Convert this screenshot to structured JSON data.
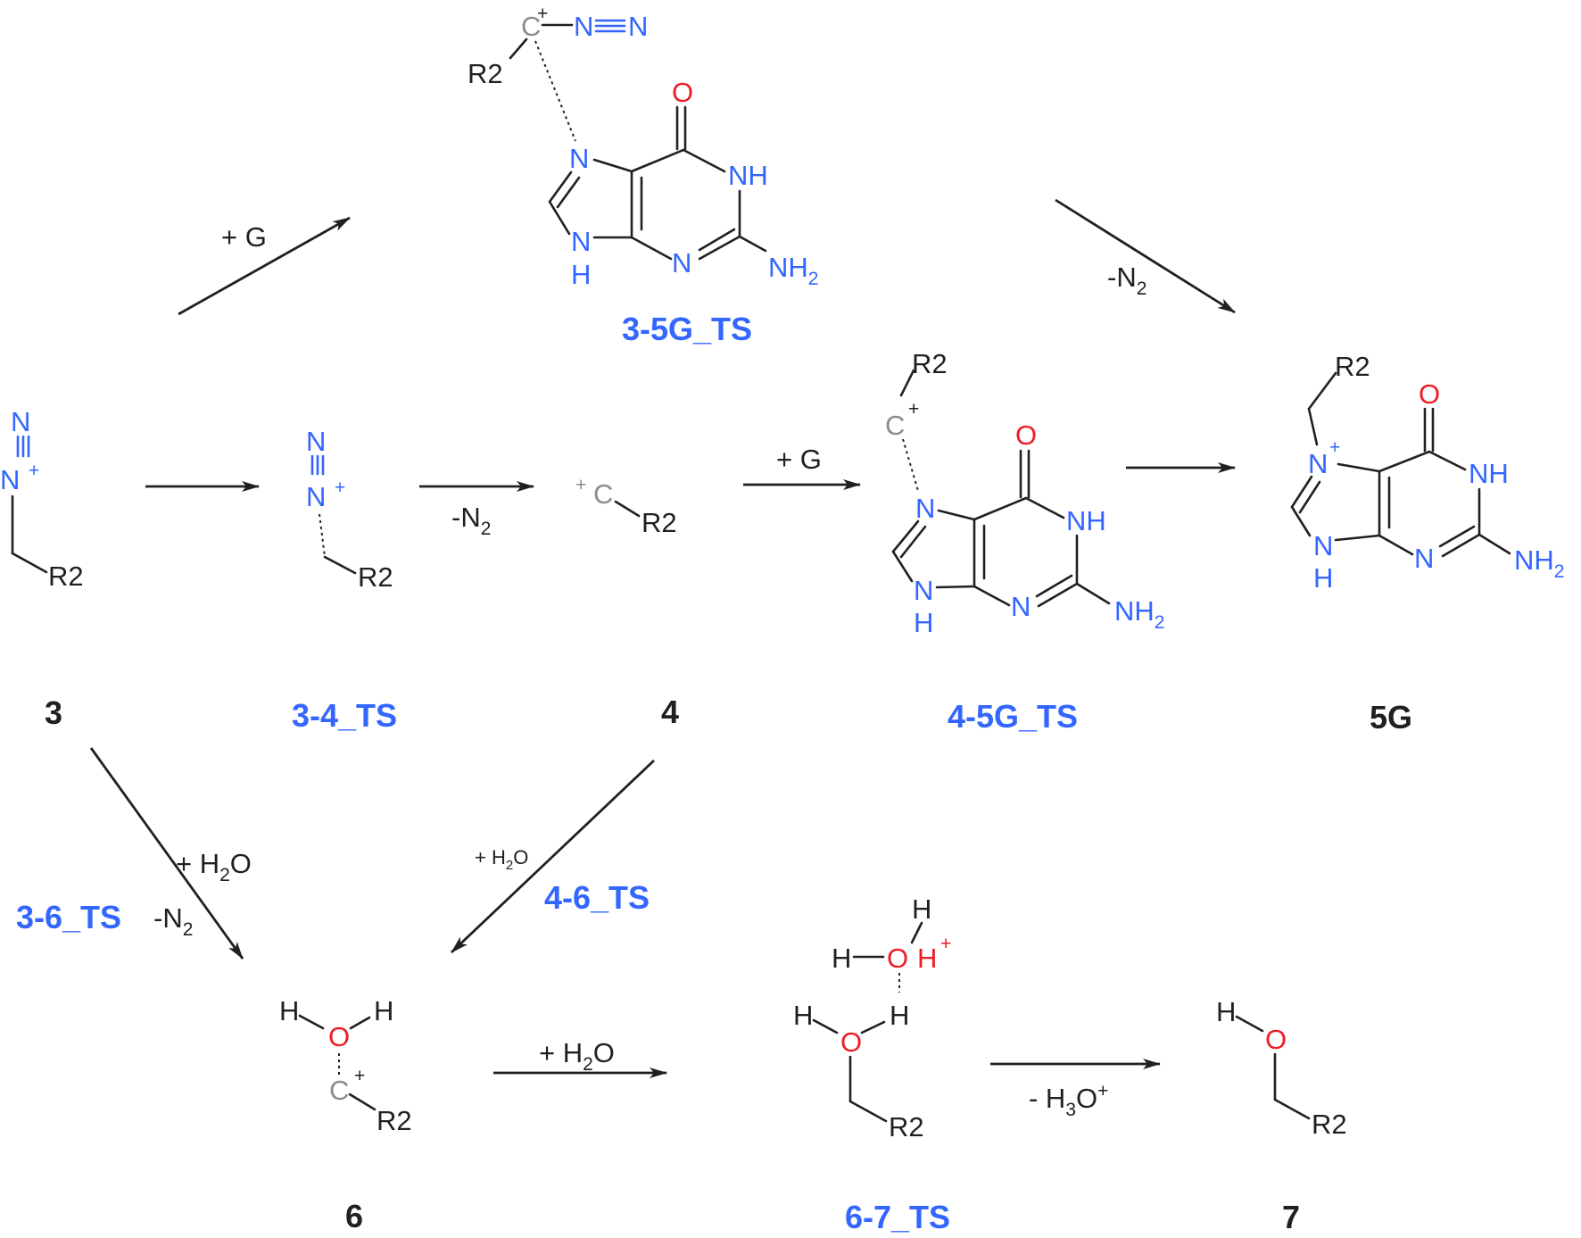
{
  "labels": {
    "c3": "3",
    "ts34": "3-4_TS",
    "c4": "4",
    "ts45g": "4-5G_TS",
    "c5g": "5G",
    "ts35g": "3-5G_TS",
    "ts36": "3-6_TS",
    "ts46": "4-6_TS",
    "c6": "6",
    "ts67": "6-7_TS",
    "c7": "7"
  },
  "atoms": {
    "N": "N",
    "C": "C",
    "O": "O",
    "H": "H",
    "NH": "NH",
    "NH2_main": "NH",
    "NH2_sub": "2",
    "R2": "R2",
    "plus": "+"
  },
  "conditions": {
    "plus_g": "+ G",
    "minus_n2_main": "-N",
    "minus_n2_sub": "2",
    "plus_h2o_pre": "+ H",
    "plus_h2o_sub": "2",
    "plus_h2o_post": "O",
    "minus_h3o_pre": "- H",
    "minus_h3o_sub": "3",
    "minus_h3o_mid": "O",
    "minus_h3o_sup": "+"
  },
  "colors": {
    "heteroatom_blue": "#3366ff",
    "oxygen_red": "#ed1c24",
    "carbocation_grey": "#8c8c8c",
    "ink": "#231f20"
  }
}
